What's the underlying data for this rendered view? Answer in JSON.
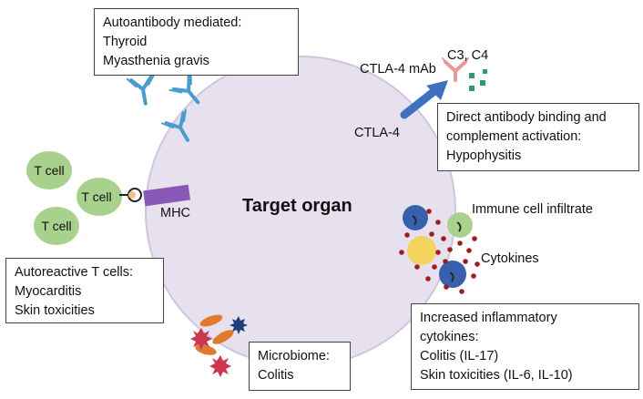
{
  "title": "Target organ",
  "boxes": {
    "autoantibody": [
      "Autoantibody mediated:",
      "Thyroid",
      "Myasthenia gravis"
    ],
    "direct_binding": [
      "Direct antibody binding and",
      "complement activation:",
      "Hypophysitis"
    ],
    "autoreactive": [
      "Autoreactive T cells:",
      "Myocarditis",
      "Skin toxicities"
    ],
    "microbiome": [
      "Microbiome:",
      "Colitis"
    ],
    "inflammatory": [
      "Increased inflammatory",
      "cytokines:",
      "Colitis (IL-17)",
      "Skin toxicities (IL-6, IL-10)"
    ]
  },
  "labels": {
    "ctla4_mab": "CTLA-4 mAb",
    "complement": "C3, C4",
    "ctla4": "CTLA-4",
    "mhc": "MHC",
    "immune_infiltrate": "Immune cell infiltrate",
    "cytokines": "Cytokines",
    "t_cell_top": "T cell",
    "t_cell_mid": "T cell",
    "t_cell_bottom": "T cell"
  },
  "colors": {
    "organ_fill": "#e6e0ef",
    "organ_stroke": "#cfc6dc",
    "antibody_blue": "#4a9ccf",
    "mab_pink": "#e69a9a",
    "complement_green": "#2e9c6a",
    "ctla4_arrow": "#3f6fbf",
    "mhc_purple": "#8a59b8",
    "t_cell_green": "#a9d18e",
    "immune_blue": "#3761ad",
    "immune_yellow": "#f4d35e",
    "cytokine_red": "#9c1f1f",
    "microbe_orange": "#e07a2d",
    "microbe_red": "#c8384f",
    "microbe_navy": "#1f3d7a"
  }
}
